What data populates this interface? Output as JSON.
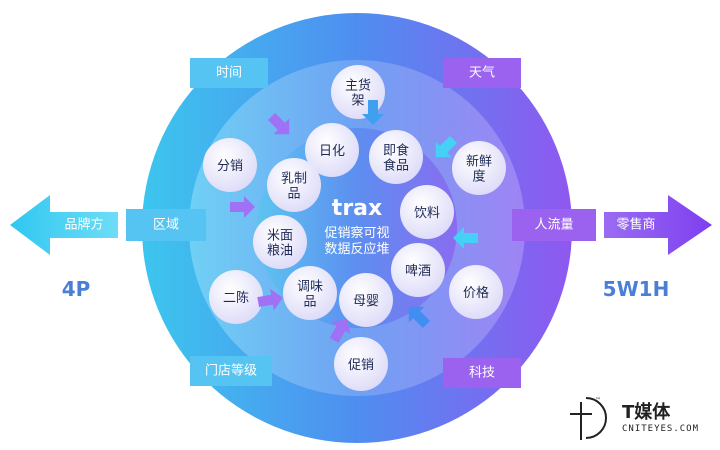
{
  "center": {
    "brand": "trax",
    "line1": "促销察可视",
    "line2": "数据反应堆"
  },
  "inner_ring": [
    "日化",
    "即食\n食品",
    "饮料",
    "啤酒",
    "母婴",
    "调味\n品",
    "米面\n粮油",
    "乳制\n品"
  ],
  "outer_ring": [
    "主货\n架",
    "新鲜\n度",
    "价格",
    "促销",
    "二陈",
    "分销"
  ],
  "tags": {
    "top_left": "时间",
    "top_right": "天气",
    "left": "区域",
    "right": "人流量",
    "bottom_left": "门店等级",
    "bottom_right": "科技"
  },
  "arrows": {
    "left": "品牌方",
    "right": "零售商"
  },
  "side_labels": {
    "left": "4P",
    "right": "5W1H"
  },
  "logo": {
    "name": "T媒体",
    "url": "CNITEYES.COM",
    "tm": "™"
  },
  "colors": {
    "outer_left": "#3fc0ec",
    "outer_right": "#8b5cf0",
    "tag_blue": "#55c4f2",
    "tag_purple": "#9a62ee",
    "arrow_purple": "#a070f5",
    "arrow_blue": "#45d0f5",
    "bubble": "#e4e2fb",
    "side_label": "#4a7fd8"
  }
}
